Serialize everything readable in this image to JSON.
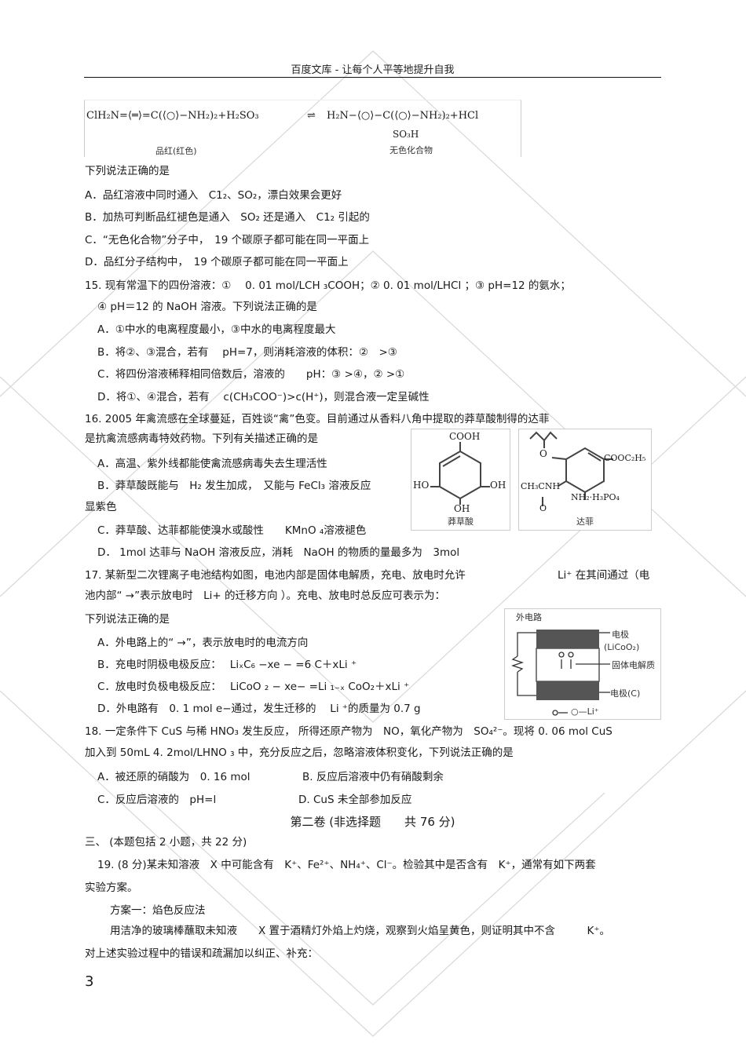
{
  "header": {
    "title": "百度文库  - 让每个人平等地提升自我"
  },
  "formula": {
    "left": "ClH₂N=⟨═⟩=C(⟨○⟩−NH₂)₂+H₂SO₃",
    "arrow": "⇌",
    "right": "H₂N−⟨○⟩−C(⟨○⟩−NH₂)₂+HCl",
    "so3h": "SO₃H",
    "left_caption": "品红(红色)",
    "right_caption": "无色化合物"
  },
  "q14": {
    "stem": "下列说法正确的是",
    "options": [
      "A．品红溶液中同时通入　C1₂、SO₂，漂白效果会更好",
      "B．加热可判断品红褪色是通入　SO₂ 还是通入　C1₂ 引起的",
      "C．“无色化合物”分子中，　19 个碳原子都可能在同一平面上",
      "D．品红分子结构中，　19 个碳原子都可能在同一平面上"
    ]
  },
  "q15": {
    "stem_line1": "15.  现有常温下的四份溶液：①　 0.  01 mol/LCH ₃COOH；② 0.  01 mol/LHCl ；③ pH=12 的氨水；",
    "stem_line2": "④ pH＝12 的  NaOH 溶液。下列说法正确的是",
    "options": [
      "A．①中水的电离程度最小，③中水的电离程度最大",
      "B．将②、③混合，若有　 pH=7，则消耗溶液的体积：②　>③",
      "C．将四份溶液稀释相同倍数后，溶液的　　pH：③ >④，② >①",
      "D．将①、④混合，若有　 c(CH₃COO⁻)>c(H⁺)，则混合液一定呈碱性"
    ]
  },
  "q16": {
    "stem_line1": "16.  2005  年禽流感在全球蔓延，百姓谈“禽”色变。目前通过从香料八角中提取的莽草酸制得的达菲",
    "stem_line2": "是抗禽流感病毒特效药物。下列有关描述正确的是",
    "options": [
      "A．高温、紫外线都能使禽流感病毒失去生理活性",
      "B．莽草酸既能与　H₂ 发生加成，　又能与  FeCl₃ 溶液反应",
      "显紫色",
      "C．莽草酸、达菲都能使溴水或酸性　　KMnO ₄溶液褪色",
      "D．  1mol 达菲与  NaOH 溶液反应，消耗　NaOH  的物质的量最多为　3mol"
    ],
    "fig1": {
      "top": "COOH",
      "left": "HO",
      "right": "OH",
      "bottom": "OH",
      "caption": "莽草酸"
    },
    "fig2": {
      "ester": "COOC₂H₅",
      "amide": "CH₃CNH",
      "carbonyl": "O",
      "ether": "O",
      "salt": "NH₂·H₃PO₄",
      "caption": "达菲"
    }
  },
  "q17": {
    "stem_line1_a": "17.  某新型二次锂离子电池结构如图，电池内部是固体电解质，充电、放电时允许",
    "stem_line1_b": "Li⁺ 在其间通过（电",
    "stem_line2": "池内部“  →”表示放电时　Li+ 的迁移方向  ）。充电、放电时总反应可表示为：",
    "stem_line3": "下列说法正确的是",
    "options": [
      "A．外电路上的“  →”，表示放电时的电流方向",
      "B．充电时阴极电极反应：　 LiₓC₆ −xe − =6 C＋xLi ⁺",
      "C．放电时负极电极反应：　 LiCoO ₂ − xe− =Li ₁₋ₓ CoO₂＋xLi ⁺",
      "D．外电路有　0.  1 mol e−通过，发生迁移的　 Li ⁺的质量为  0.7 g"
    ],
    "figure": {
      "circuit": "外电路",
      "top_electrode": "电极",
      "top_material": "(LiCoO₂)",
      "electrolyte": "固体电解质",
      "bottom_electrode": "电极(C)",
      "legend": "○—Li⁺"
    }
  },
  "q18": {
    "stem_line1": "18. 一定条件下  CuS 与稀  HNO₃ 发生反应，  所得还原产物为　NO，氧化产物为　SO₄²⁻。现将  0. 06 mol CuS",
    "stem_line2": "加入到  50mL 4.  2mol/LHNO ₃ 中，充分反应之后，忽略溶液体积变化，下列说法正确的是",
    "options": {
      "A": "A．被还原的硝酸为　0.  16 mol",
      "B": "B.  反应后溶液中仍有硝酸剩余",
      "C": "C．反应后溶液的　pH=l",
      "D": "D.  CuS 未全部参加反应"
    }
  },
  "part2": {
    "title": "第二卷 (非选择题　　共 76  分)",
    "section": "三、 (本题包括  2 小题，共  22 分)"
  },
  "q19": {
    "stem_line1": "19.  (8 分)某未知溶液　X 中可能含有　K⁺、Fe²⁺、NH₄⁺、Cl⁻。检验其中是否含有　K⁺，通常有如下两套",
    "stem_line2": "实验方案。",
    "plan1_title": "方案一：焰色反应法",
    "plan1_text": "用洁净的玻璃棒蘸取未知液　　X  置于酒精灯外焰上灼烧，观察到火焰呈黄色，则证明其中不含　　　K⁺。",
    "instruction": "对上述实验过程中的错误和疏漏加以纠正、补充："
  },
  "footer": {
    "page_number": "3"
  }
}
